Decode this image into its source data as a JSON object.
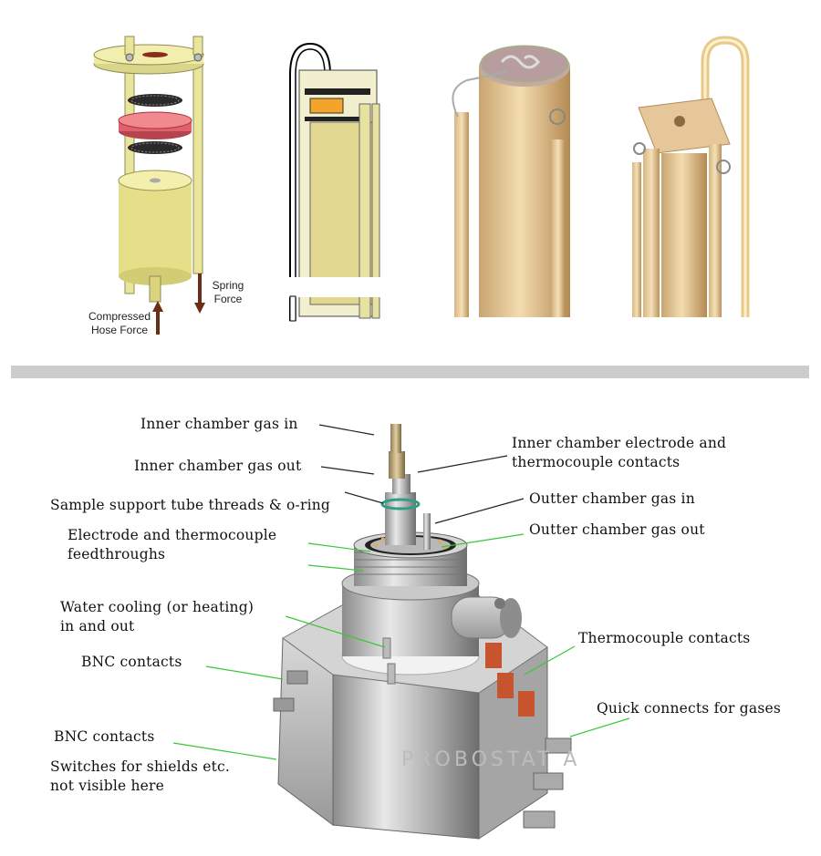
{
  "top_panel": {
    "labels": {
      "spring_force": "Spring\nForce",
      "hose_force": "Compressed\nHose Force"
    }
  },
  "bottom_panel": {
    "callouts": [
      {
        "id": "inner-gas-in",
        "text": "Inner chamber gas in"
      },
      {
        "id": "inner-gas-out",
        "text": "Inner chamber gas out"
      },
      {
        "id": "inner-electrode",
        "text": "Inner chamber electrode and\nthermocouple contacts"
      },
      {
        "id": "support-tube",
        "text": "Sample support tube threads & o-ring"
      },
      {
        "id": "outer-gas-in",
        "text": "Outter chamber gas in"
      },
      {
        "id": "feedthroughs",
        "text": "Electrode and thermocouple\nfeedthroughs"
      },
      {
        "id": "outer-gas-out",
        "text": "Outter chamber gas out"
      },
      {
        "id": "water-cooling",
        "text": "Water cooling (or heating)\nin and out"
      },
      {
        "id": "thermo-contacts",
        "text": "Thermocouple contacts"
      },
      {
        "id": "bnc-1",
        "text": "BNC contacts"
      },
      {
        "id": "quick-connects",
        "text": "Quick connects for gases"
      },
      {
        "id": "bnc-2",
        "text": "BNC contacts"
      },
      {
        "id": "switches",
        "text": "Switches for shields etc.\nnot visible here"
      }
    ],
    "colors": {
      "black_line": "#222222",
      "green_line": "#37c837",
      "o_ring": "#2e9e86"
    }
  }
}
